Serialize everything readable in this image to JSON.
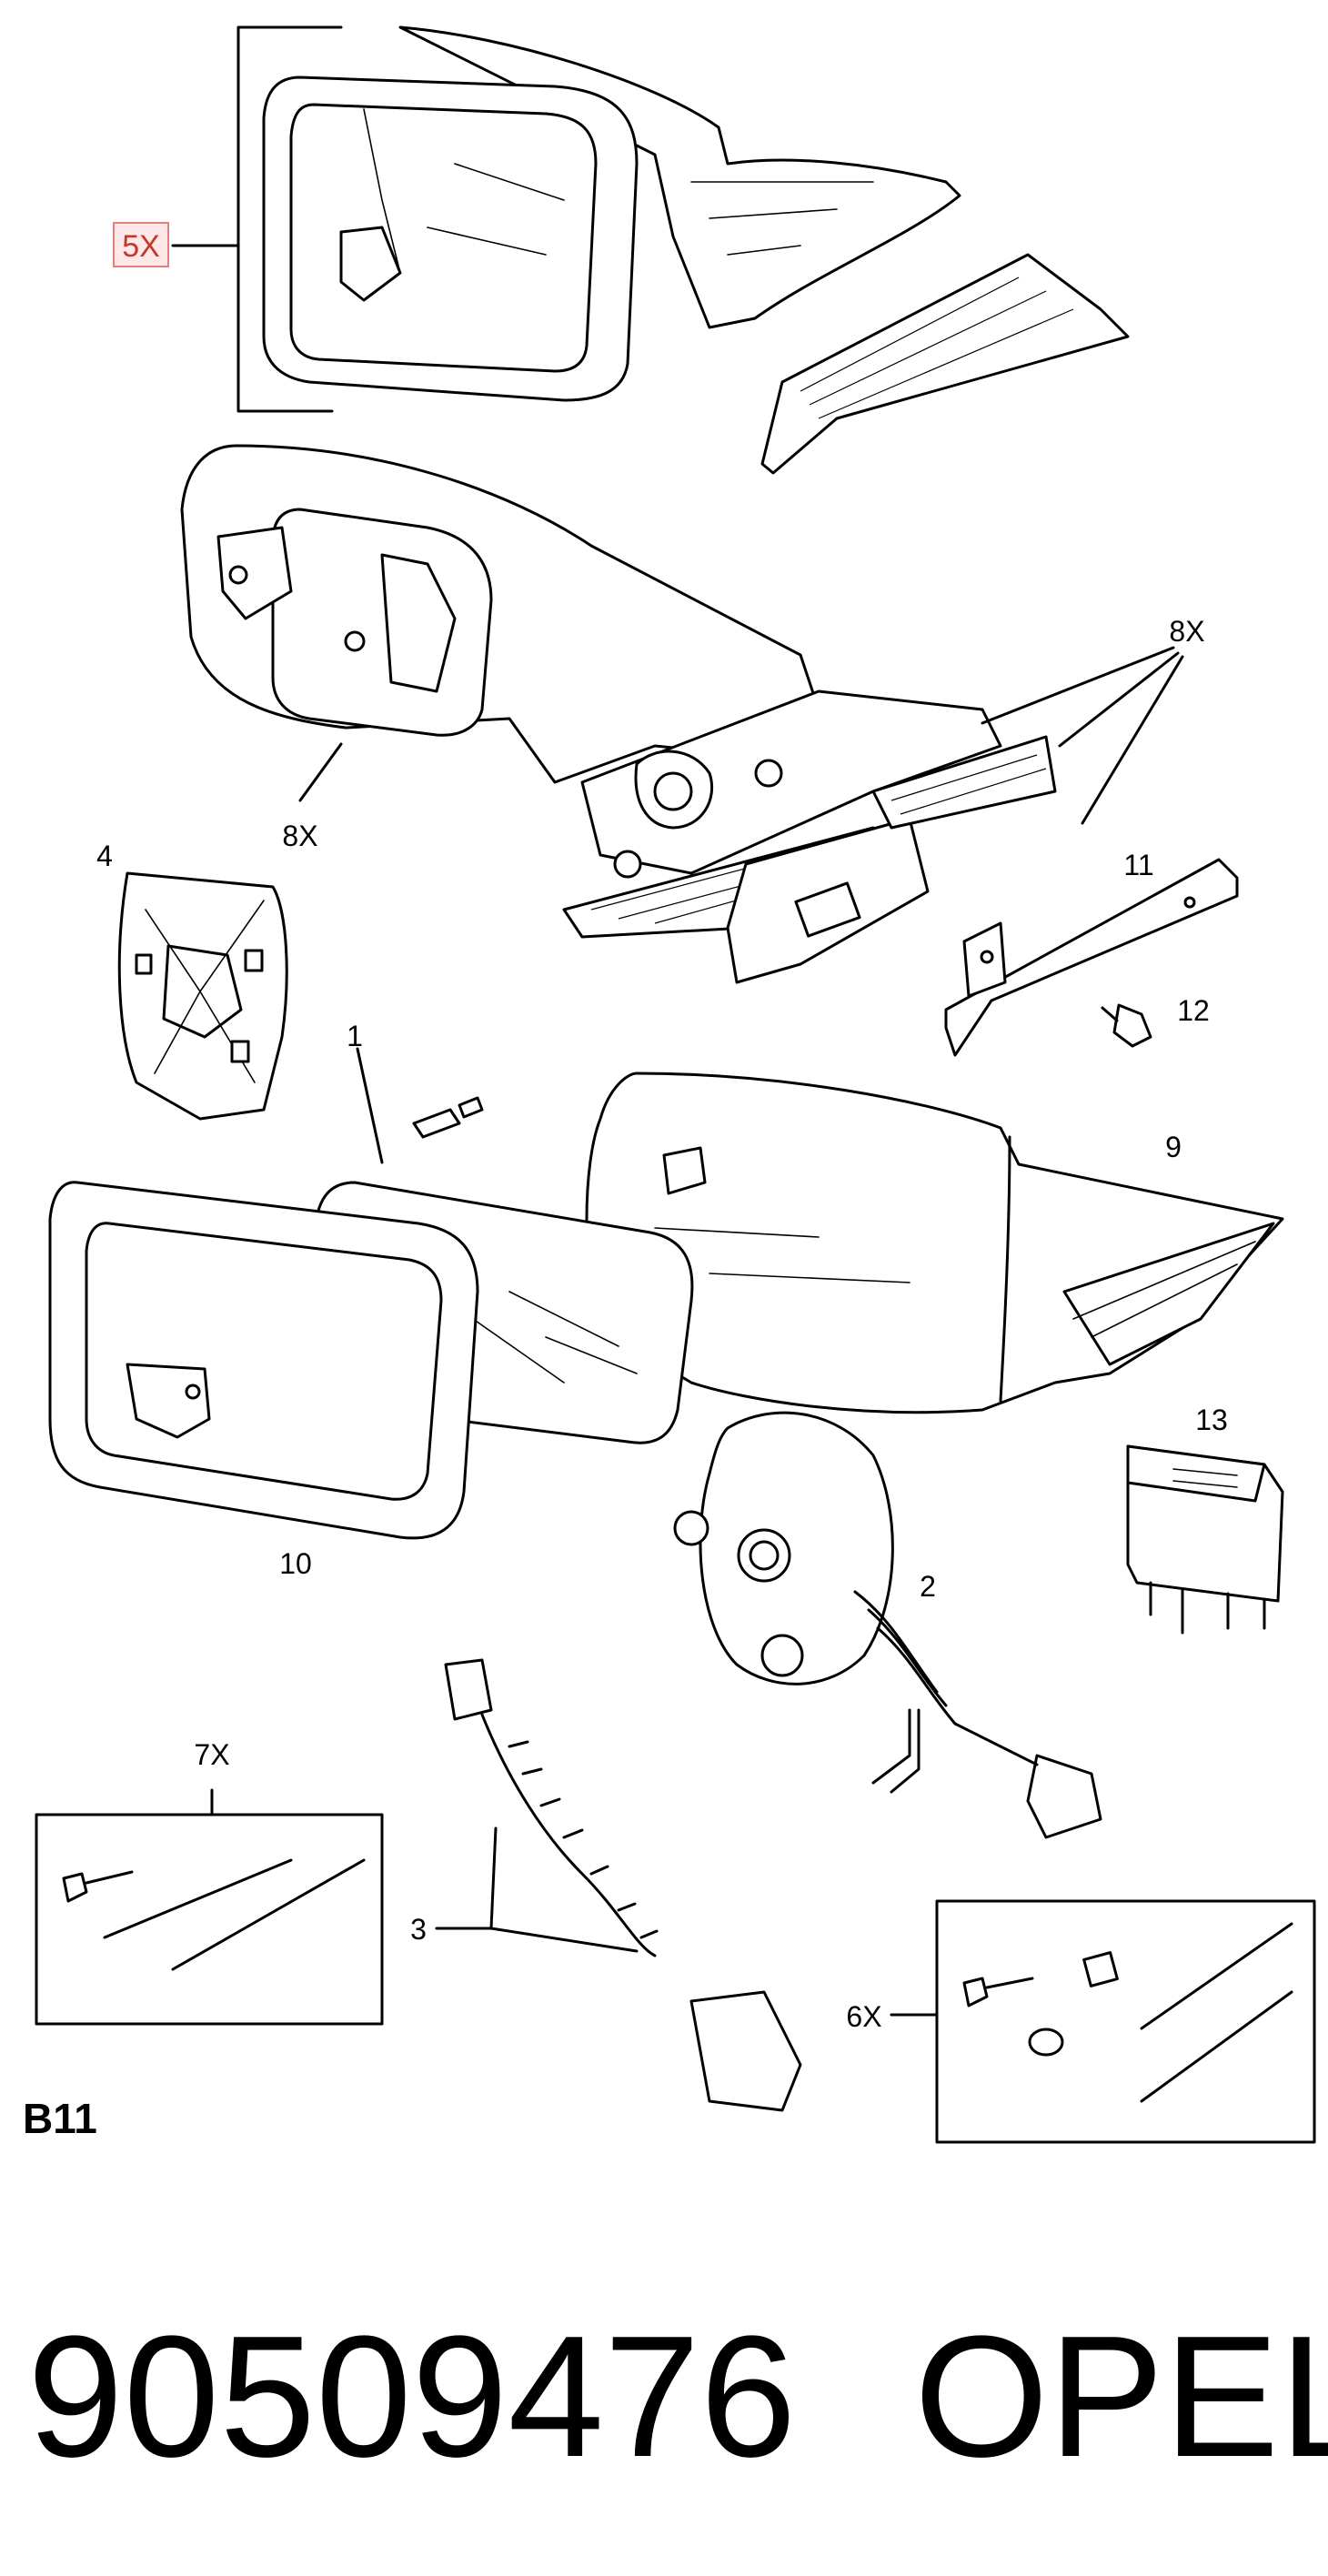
{
  "diagram": {
    "section_code": "B11",
    "part_number": "90509476",
    "brand": "OPEL",
    "callouts": {
      "c5x": "5X",
      "c8x_left": "8X",
      "c8x_right": "8X",
      "c4": "4",
      "c11": "11",
      "c12": "12",
      "c1": "1",
      "c9": "9",
      "c13": "13",
      "c10": "10",
      "c2": "2",
      "c7x": "7X",
      "c3": "3",
      "c6x": "6X"
    },
    "highlight_color": "#c0392b"
  }
}
